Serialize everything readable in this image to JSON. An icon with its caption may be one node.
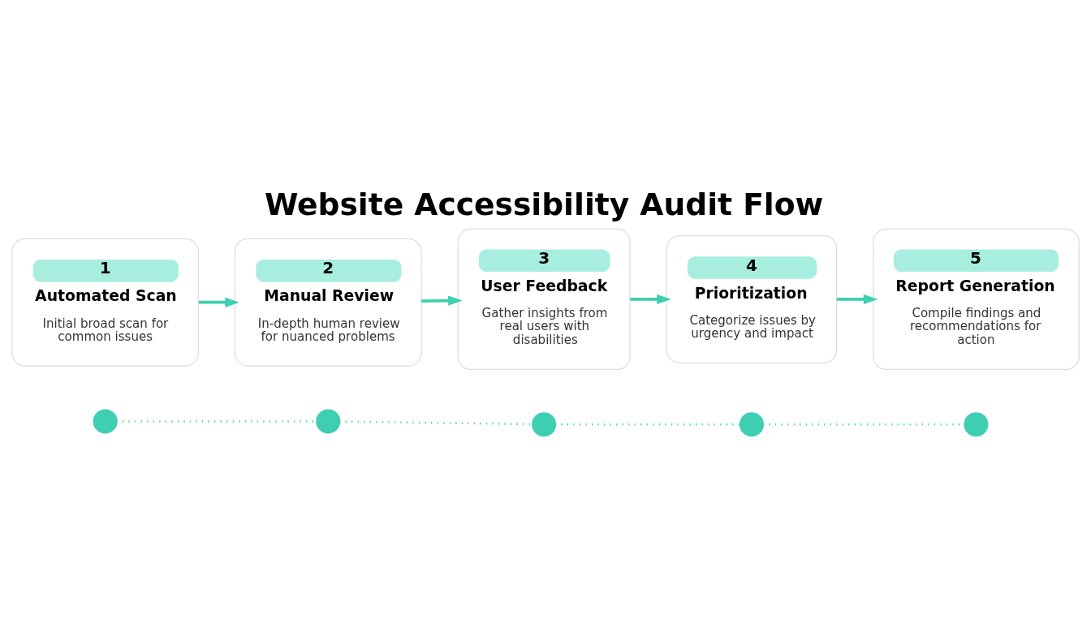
{
  "diagram": {
    "title": "Website Accessibility Audit Flow",
    "nodes": [
      {
        "text": [
          "1",
          "Automated Scan",
          "Initial broad scan for common issues"
        ]
      },
      {
        "text": [
          "2",
          "Manual Review",
          "In-depth human review for nuanced problems"
        ]
      },
      {
        "text": [
          "3",
          "User Feedback",
          "Gather insights from real users with disabilities"
        ]
      },
      {
        "text": [
          "4",
          "Prioritization",
          "Categorize issues by urgency and impact"
        ]
      },
      {
        "text": [
          "5",
          "Report Generation",
          "Compile findings and recommendations for action"
        ]
      },
      {
        "text": [],
        "shape": "circle"
      },
      {
        "text": [],
        "shape": "circle"
      },
      {
        "text": [],
        "shape": "circle"
      },
      {
        "text": [],
        "shape": "circle"
      },
      {
        "text": [],
        "shape": "circle"
      }
    ],
    "edges": [
      {
        "from": 0,
        "to": 1,
        "arrow": "to"
      },
      {
        "from": 1,
        "to": 2,
        "arrow": "to"
      },
      {
        "from": 2,
        "to": 3,
        "arrow": "to"
      },
      {
        "from": 3,
        "to": 4,
        "arrow": "to"
      },
      {
        "from": 5,
        "to": 6,
        "arrow": "none",
        "style": "dashed"
      },
      {
        "from": 6,
        "to": 7,
        "arrow": "none",
        "style": "dashed"
      },
      {
        "from": 7,
        "to": 8,
        "arrow": "none",
        "style": "dashed"
      },
      {
        "from": 8,
        "to": 9,
        "arrow": "none",
        "style": "dashed"
      }
    ]
  }
}
